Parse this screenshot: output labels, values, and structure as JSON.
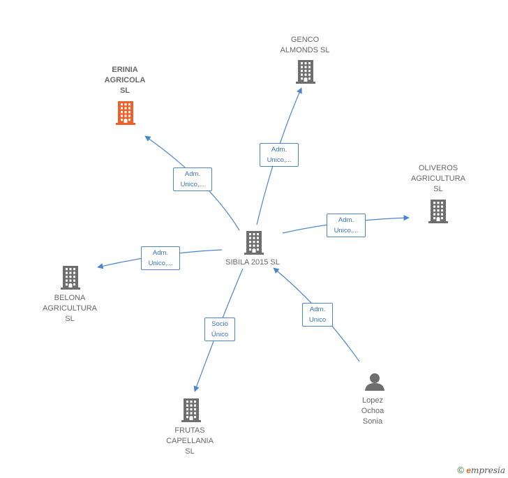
{
  "colors": {
    "edge": "#4a86c8",
    "building": "#6e6e6e",
    "highlight": "#f2602a",
    "person": "#6e6e6e"
  },
  "nodes": {
    "center": {
      "label": "SIBILA 2015  SL",
      "icon": "building-icon"
    },
    "erinia": {
      "label": "ERINIA\nAGRICOLA\nSL",
      "icon": "building-icon"
    },
    "genco": {
      "label": "GENCO\nALMONDS  SL",
      "icon": "building-icon"
    },
    "oliveros": {
      "label": "OLIVEROS\nAGRICULTURA\nSL",
      "icon": "building-icon"
    },
    "belona": {
      "label": "BELONA\nAGRICULTURA\nSL",
      "icon": "building-icon"
    },
    "frutas": {
      "label": "FRUTAS\nCAPELLANIA\nSL",
      "icon": "building-icon"
    },
    "lopez": {
      "label": "Lopez\nOchoa\nSonia",
      "icon": "person-icon"
    }
  },
  "edges": {
    "erinia": "Adm.\nUnico,...",
    "genco": "Adm.\nUnico,...",
    "oliveros": "Adm.\nUnico,...",
    "belona": "Adm.\nUnico,...",
    "frutas": "Socio\nÚnico",
    "lopez": "Adm.\nUnico"
  },
  "footer": {
    "copyright": "©",
    "brand_first": "e",
    "brand_rest": "mpresia"
  }
}
